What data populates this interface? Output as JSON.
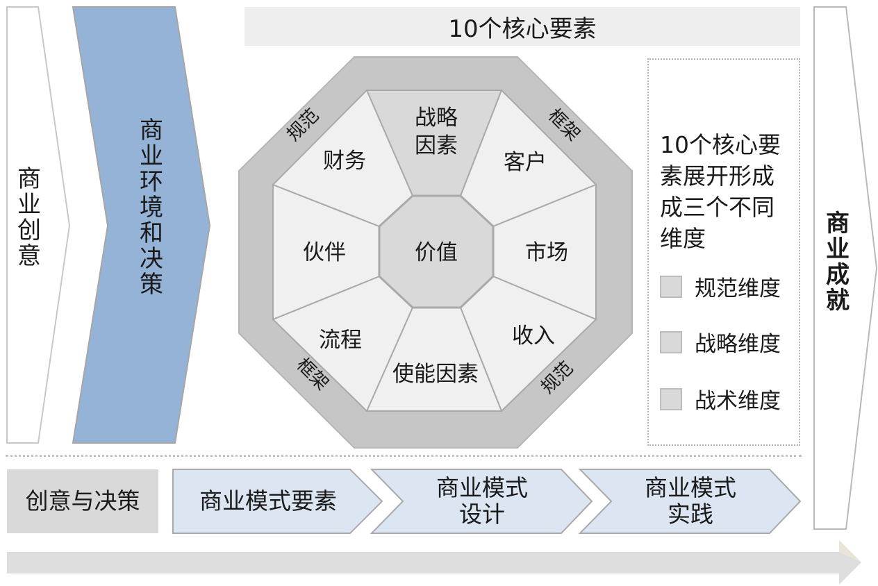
{
  "left_column": {
    "idea_chars": [
      "商",
      "业",
      "创",
      "意"
    ],
    "environment_chars": [
      "商",
      "业",
      "环",
      "境",
      "和",
      "决",
      "策"
    ]
  },
  "right_column": {
    "achievement_chars": [
      "商",
      "业",
      "成",
      "就"
    ]
  },
  "panel": {
    "title": "10个核心要素"
  },
  "octagon": {
    "center": "价值",
    "segments": {
      "top": [
        "战略",
        "因素"
      ],
      "top_right": "客户",
      "right": "市场",
      "bottom_right": "收入",
      "bottom": "使能因素",
      "bottom_left": "流程",
      "left": "伙伴",
      "top_left": "财务"
    },
    "edge_labels": {
      "top_left": "规范",
      "top_right": "框架",
      "bottom_left": "框架",
      "bottom_right": "规范"
    }
  },
  "legend": {
    "description_lines": [
      "10个核心要",
      "素展开形成",
      "成三个不同",
      "维度"
    ],
    "items": [
      "规范维度",
      "战略维度",
      "战术维度"
    ]
  },
  "bottom_flow": {
    "start_label": "创意与决策",
    "steps": [
      [
        "商业模式要素"
      ],
      [
        "商业模式",
        "设计"
      ],
      [
        "商业模式",
        "实践"
      ]
    ]
  },
  "colors": {
    "environment_fill": "#95b3d7",
    "octagon_ring": "#c6c6c6",
    "sector_light": "#f0f0f0",
    "sector_strategy": "#d9d9d9",
    "center_fill": "#d9d9d9",
    "step_fill": "#dce6f2",
    "timeline_arrow": "#dedede"
  }
}
